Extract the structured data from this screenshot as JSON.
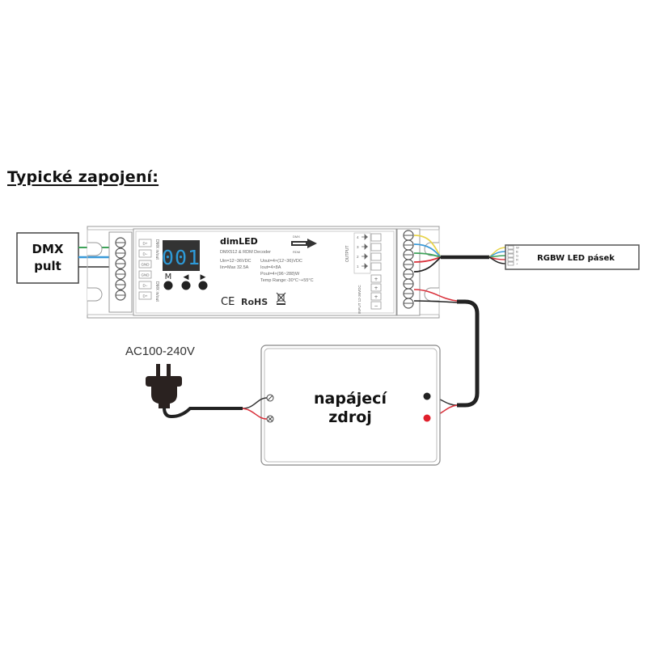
{
  "title": "Typické zapojení:",
  "dmx_console": {
    "line1": "DMX",
    "line2": "pult"
  },
  "decoder": {
    "brand": "dimLED",
    "model": "DMX512 & RDM Decoder",
    "display_value": "001",
    "buttons": [
      "M",
      "◀",
      "▶"
    ],
    "dmx_terminals": [
      "D+",
      "D−",
      "GND",
      "GND",
      "D−",
      "D+"
    ],
    "dmx_side_label": "DMX in/out",
    "logo_top": "DMX",
    "logo_bottom": "RDM",
    "specs_left": [
      "Uin=12~36VDC",
      "Iin=Max 32.5A"
    ],
    "specs_right": [
      "Uout=4×(12~36)VDC",
      "Iout=4×8A",
      "Pout=4×(96~288)W",
      "Temp Range:-30°C~+55°C"
    ],
    "ce_mark": "CE",
    "rohs_mark": "RoHS",
    "output_label": "OUTPUT",
    "output_channels": [
      "4",
      "3",
      "2",
      "1"
    ],
    "input_terminals": [
      "+",
      "+",
      "+",
      "−"
    ],
    "input_label": "INPUT 12-36VDC"
  },
  "led_strip": {
    "label": "RGBW LED pásek",
    "pins": [
      "W",
      "B",
      "G",
      "R",
      "+"
    ]
  },
  "mains_label": "AC100-240V",
  "power_supply": {
    "line1": "napájecí",
    "line2": "zdroj"
  },
  "colors": {
    "wire_green": "#3fa35a",
    "wire_blue": "#3a9ad9",
    "wire_yellow": "#e8d44a",
    "wire_red": "#d9303a",
    "wire_black": "#222222",
    "display_bg": "#333333",
    "display_digits": "#2d9ad8"
  }
}
